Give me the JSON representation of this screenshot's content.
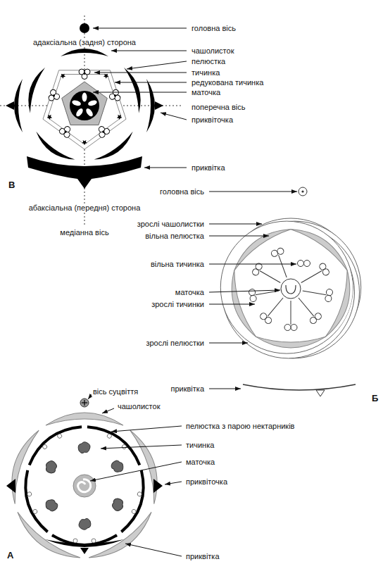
{
  "diagram": {
    "labels": [
      "головна вісь",
      "адаксіальна (задня) сторона",
      "чашолисток",
      "пелюстка",
      "тичинка",
      "редукована тичинка",
      "маточка",
      "поперечна вісь",
      "приквіточка",
      "приквітка",
      "В",
      "абаксіальна (передня) сторона",
      "медіанна вісь",
      "головна вісь",
      "зрослі чашолистки",
      "вільна пелюстка",
      "вільна тичинка",
      "маточка",
      "зрослі тичинки",
      "зрослі пелюстки",
      "приквітка",
      "Б",
      "вісь суцвіття",
      "чашолисток",
      "пелюстка з парою нектарників",
      "тичинка",
      "маточка",
      "приквіточка",
      "приквітка",
      "А"
    ]
  }
}
